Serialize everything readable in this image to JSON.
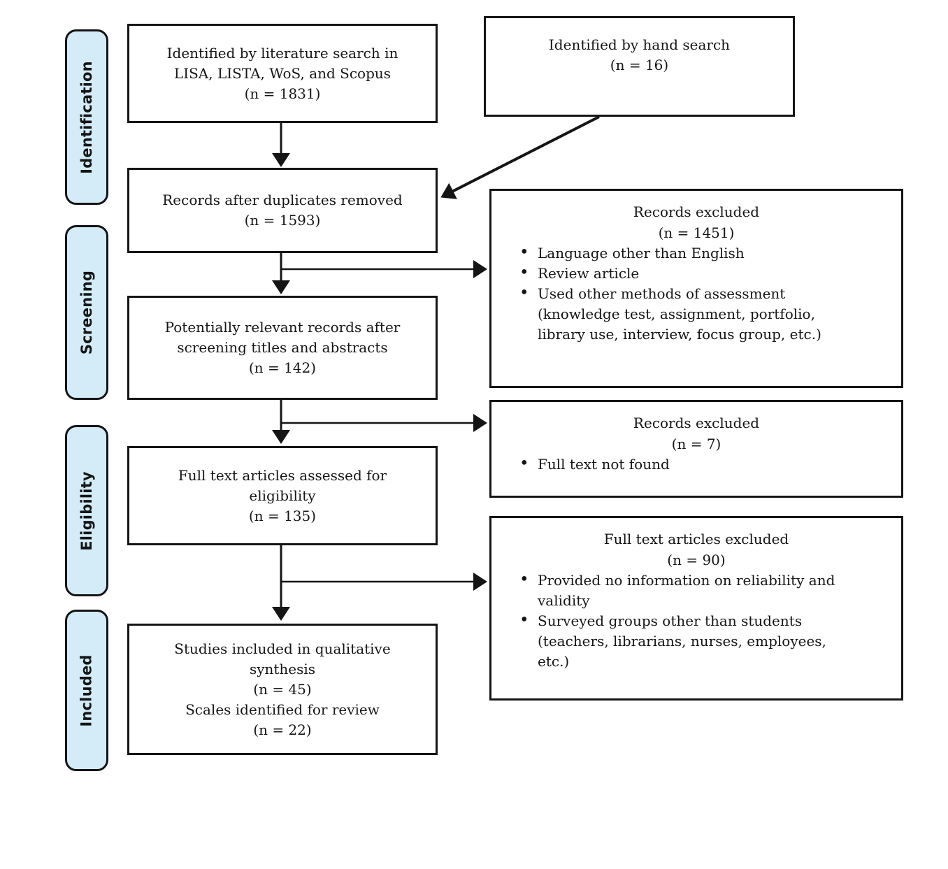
{
  "stage_labels": {
    "identification": "Identification",
    "screening": "Screening",
    "eligibility": "Eligibility",
    "included": "Included"
  },
  "boxes": {
    "literature_search": {
      "lines": [
        "Identified by literature search in",
        "LISA, LISTA, WoS, and Scopus",
        "(n = 1831)"
      ]
    },
    "hand_search": {
      "lines": [
        "Identified by hand search",
        "(n = 16)"
      ]
    },
    "duplicates_removed": {
      "lines": [
        "Records after duplicates removed",
        "(n = 1593)"
      ]
    },
    "title_abstract_screening": {
      "lines": [
        "Potentially relevant records after",
        "screening titles and abstracts",
        "(n = 142)"
      ]
    },
    "full_text_assessed": {
      "lines": [
        "Full text articles assessed for",
        "eligibility",
        "(n = 135)"
      ]
    },
    "studies_included": {
      "lines": [
        "Studies included in qualitative",
        "synthesis",
        "(n = 45)",
        "Scales identified for review",
        "(n = 22)"
      ]
    },
    "excluded_screening": {
      "title": "Records excluded",
      "count": "(n = 1451)",
      "bullets": [
        "Language other than English",
        "Review article",
        "Used other methods of assessment (knowledge test, assignment, portfolio, library use, interview, focus group, etc.)"
      ]
    },
    "excluded_eligibility": {
      "title": "Records excluded",
      "count": "(n = 7)",
      "bullets": [
        "Full text not found"
      ]
    },
    "excluded_full_text": {
      "title": "Full text articles excluded",
      "count": "(n = 90)",
      "bullets": [
        "Provided no information on reliability and validity",
        "Surveyed groups other than students (teachers, librarians, nurses, employees, etc.)"
      ]
    }
  },
  "colors": {
    "stage_fill": "#d3ecf8",
    "line": "#151515",
    "background": "#ffffff"
  }
}
